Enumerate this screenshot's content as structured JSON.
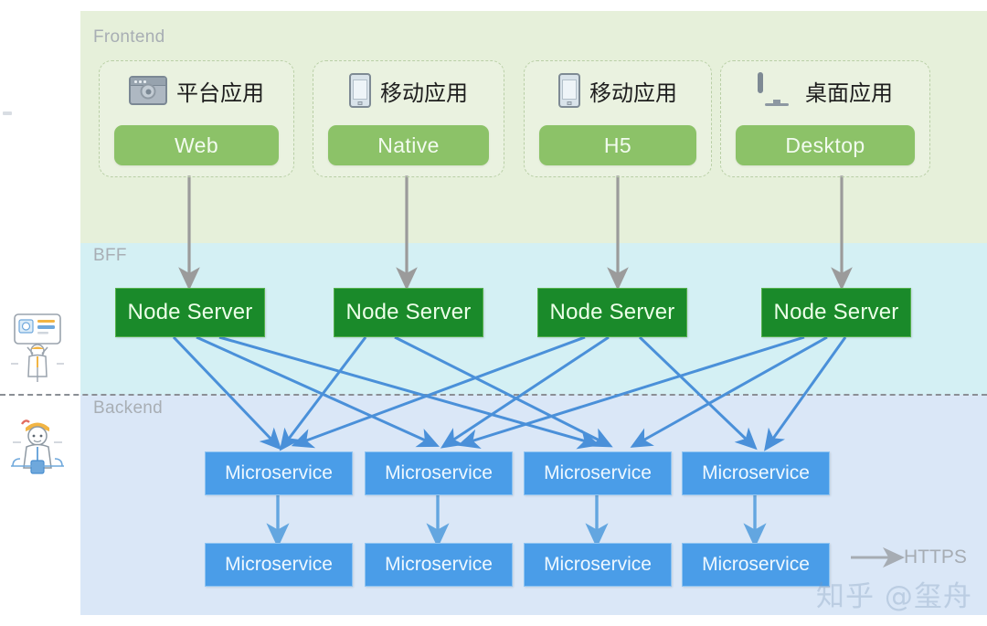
{
  "diagram": {
    "title_bands": [
      {
        "id": "frontend",
        "label": "Frontend",
        "bg": "#e6f0da"
      },
      {
        "id": "bff",
        "label": "BFF",
        "bg": "#d4f0f4"
      },
      {
        "id": "backend",
        "label": "Backend",
        "bg": "#dae7f7"
      }
    ],
    "colors": {
      "frontend_band": "#e6f0da",
      "bff_band": "#d4f0f4",
      "backend_band": "#dae7f7",
      "pill_green": "#8cc268",
      "node_green": "#1a8a2a",
      "microservice_blue": "#4a9de8",
      "arrow_gray": "#9b9b9b",
      "arrow_blue": "#4a90d9",
      "band_label_gray": "#a8aeb4"
    },
    "frontend_cards": [
      {
        "icon": "browser-icon",
        "title": "平台应用",
        "pill": "Web"
      },
      {
        "icon": "phone-icon",
        "title": "移动应用",
        "pill": "Native"
      },
      {
        "icon": "phone-icon",
        "title": "移动应用",
        "pill": "H5"
      },
      {
        "icon": "monitor-icon",
        "title": "桌面应用",
        "pill": "Desktop"
      }
    ],
    "node_servers": [
      {
        "label": "Node Server"
      },
      {
        "label": "Node Server"
      },
      {
        "label": "Node Server"
      },
      {
        "label": "Node Server"
      }
    ],
    "microservices_row1": [
      {
        "label": "Microservice"
      },
      {
        "label": "Microservice"
      },
      {
        "label": "Microservice"
      },
      {
        "label": "Microservice"
      }
    ],
    "microservices_row2": [
      {
        "label": "Microservice"
      },
      {
        "label": "Microservice"
      },
      {
        "label": "Microservice"
      },
      {
        "label": "Microservice"
      }
    ],
    "legend": {
      "arrow_label": "HTTPS"
    },
    "watermark": "知乎 @玺舟"
  }
}
